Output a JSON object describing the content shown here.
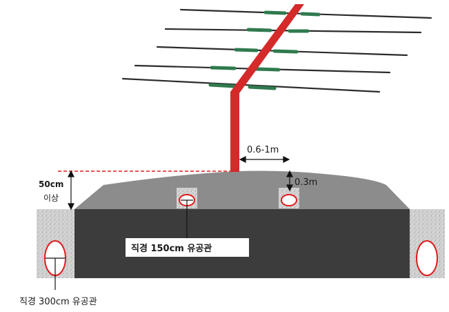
{
  "labels": {
    "width_range": "0.6-1m",
    "depth": "0.3m",
    "height_min_value": "50cm",
    "height_min_suffix": "이상",
    "pipe_small": "직경 150cm 유공관",
    "pipe_large": "직경 300cm 유공관"
  },
  "colors": {
    "fish_ladder": "#d42a2a",
    "pipe_outline": "#e01b1b",
    "ground_mound": "#8a8a8a",
    "embankment": "#3c3c3c",
    "gravel": "#cfcfcf",
    "guide_green": "#2f7a4e",
    "guide_wire": "#2b2b2b"
  }
}
